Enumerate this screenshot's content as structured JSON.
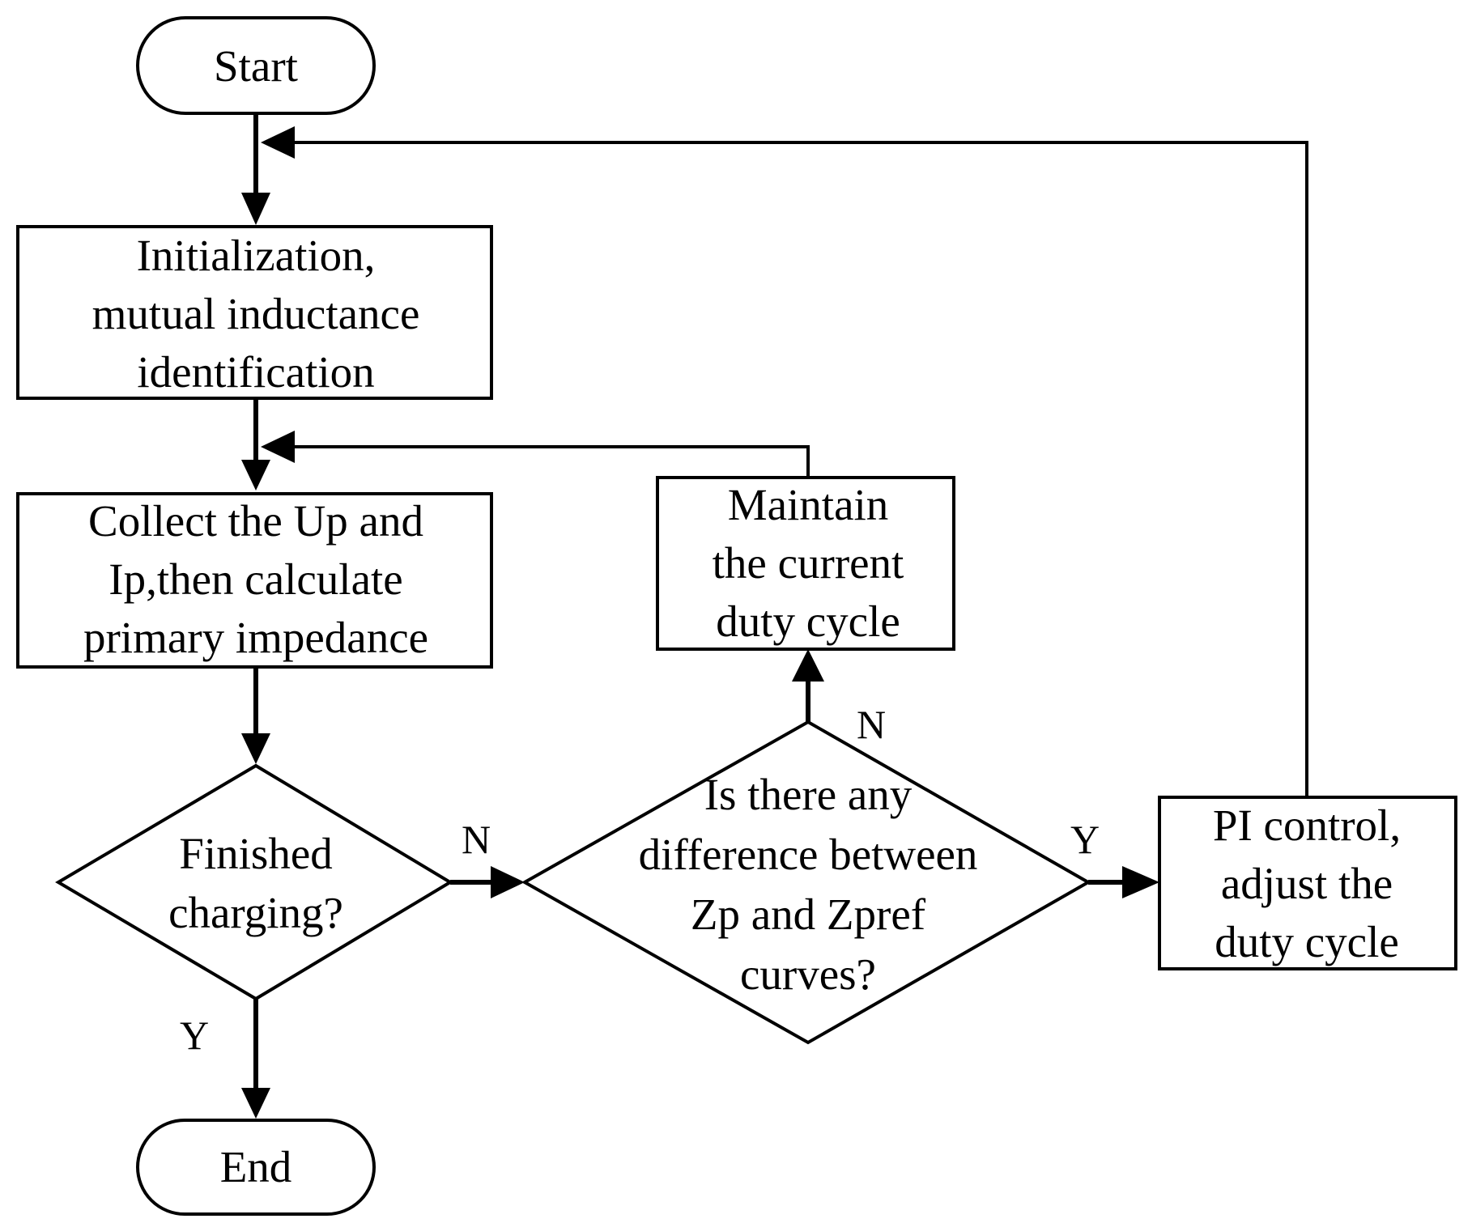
{
  "diagram": {
    "start": "Start",
    "init": [
      "Initialization,",
      "mutual inductance",
      "identification"
    ],
    "collect": [
      "Collect the Up and",
      "Ip,then calculate",
      "primary impedance"
    ],
    "finished": [
      "Finished",
      "charging?"
    ],
    "difference": [
      "Is there any",
      "difference between",
      "Zp and Zpref",
      "curves?"
    ],
    "maintain": [
      "Maintain",
      "the current",
      "duty cycle"
    ],
    "pi": [
      "PI control,",
      "adjust the",
      "duty cycle"
    ],
    "end": "End",
    "labels": {
      "n_finished": "N",
      "y_finished": "Y",
      "n_difference": "N",
      "y_difference": "Y"
    }
  }
}
